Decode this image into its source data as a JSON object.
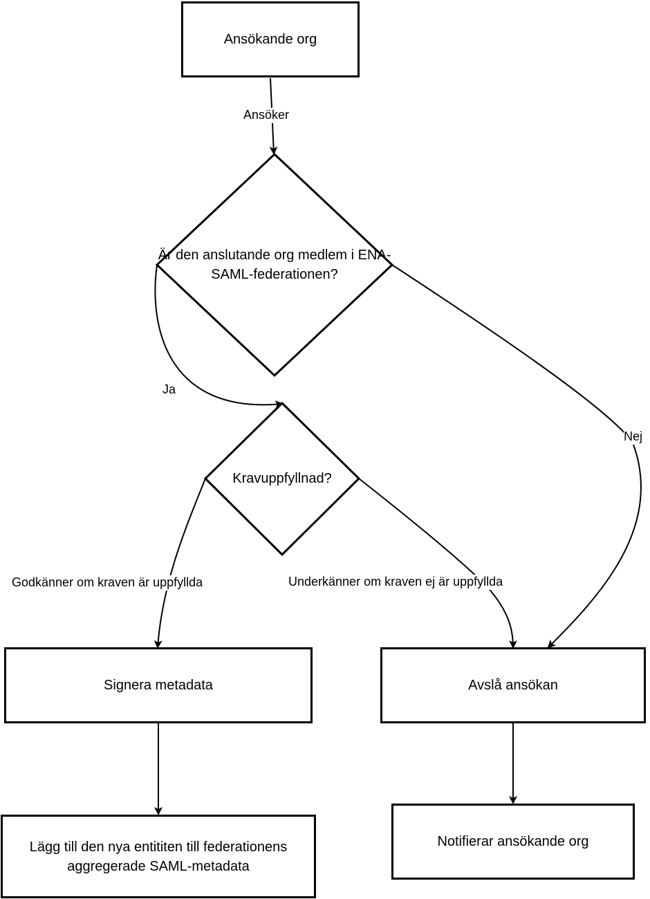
{
  "nodes": {
    "applicant": "Ansökande org",
    "member_question": "Är den anslutande org medlem i ENA-SAML-federationen?",
    "requirements_question": "Kravuppfyllnad?",
    "sign_metadata": "Signera metadata",
    "reject": "Avslå ansökan",
    "add_entity": "Lägg till den nya entititen till federationens aggregerade SAML-metadata",
    "notify": "Notifierar ansökande org"
  },
  "edges": {
    "applies": "Ansöker",
    "yes": "Ja",
    "no": "Nej",
    "approve": "Godkänner om kraven är uppfyllda",
    "disapprove": "Underkänner om kraven ej är uppfyllda"
  }
}
